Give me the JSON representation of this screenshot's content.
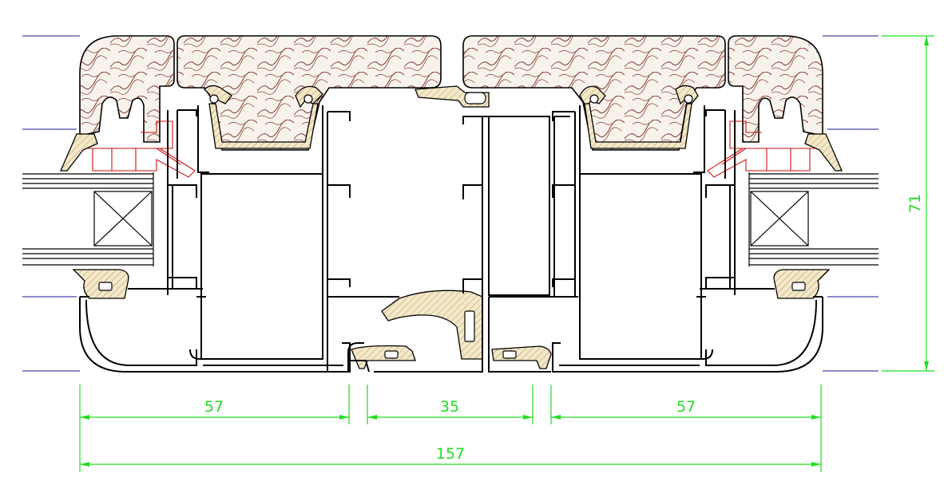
{
  "colors": {
    "profile": "#000000",
    "dimension": "#22dd22",
    "glass_lines": "#1a1a8c",
    "wood_fill": "#f8f2ec",
    "wood_grain": "#7a2e1e",
    "gasket_fill": "#f3e8c8",
    "thermal_break": "#cc1111"
  },
  "dimensions": {
    "left_sash": "57",
    "center_mullion": "35",
    "right_sash": "57",
    "overall_width": "157",
    "height": "71"
  }
}
